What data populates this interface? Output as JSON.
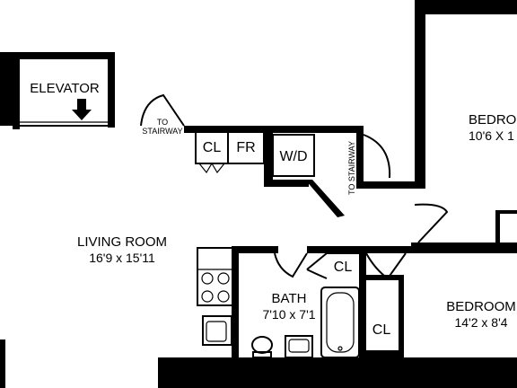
{
  "rooms": {
    "elevator": {
      "label": "ELEVATOR"
    },
    "living_room": {
      "label": "LIVING ROOM",
      "dims": "16'9 x 15'11"
    },
    "bedroom_1": {
      "label": "BEDROOM",
      "dims": "10'6 X 1"
    },
    "bedroom_2": {
      "label": "BEDROOM",
      "dims": "14'2 x 8'4"
    },
    "bath": {
      "label": "BATH",
      "dims": "7'10 x 7'1"
    }
  },
  "fixtures": {
    "closet_1": "CL",
    "fridge": "FR",
    "washer_dryer": "W/D",
    "closet_2": "CL",
    "closet_3": "CL"
  },
  "stairway": {
    "left": [
      "TO",
      "STAIRWAY"
    ],
    "right": "TO STAIRWAY"
  }
}
